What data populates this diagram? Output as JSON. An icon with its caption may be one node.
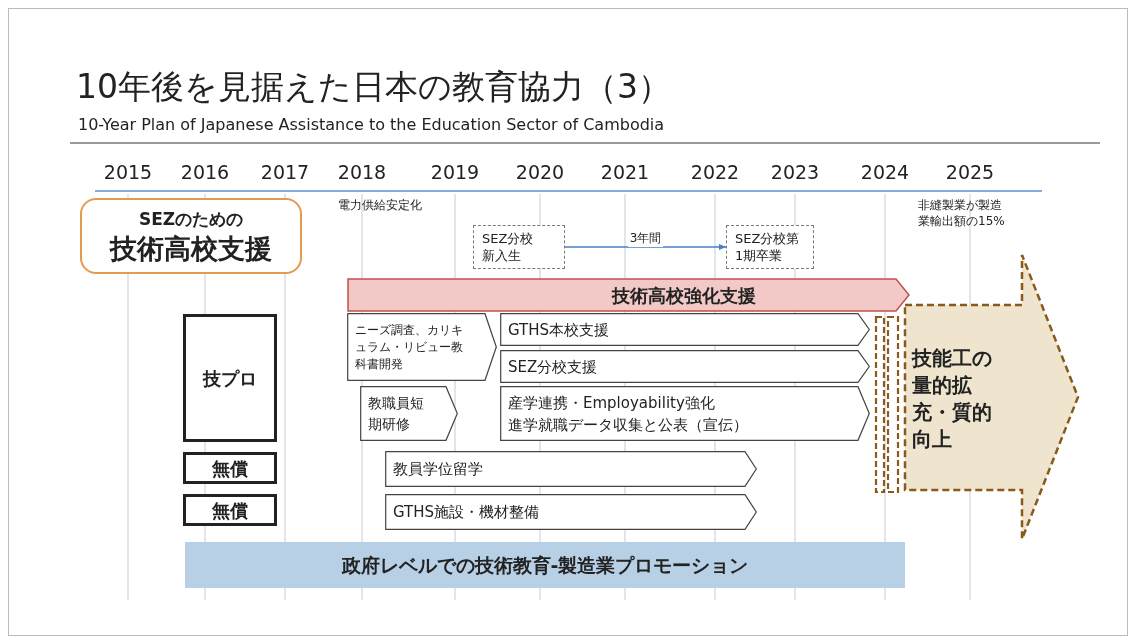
{
  "diagram": {
    "title": "10年後を見据えた日本の教育協力（3）",
    "nodes": [
      {
        "text": [
          "SEZのための",
          "技術高校支援"
        ]
      },
      {
        "text": [
          "SEZ分校新入生"
        ]
      },
      {
        "text": [
          "SEZ分校第1期卒業"
        ]
      },
      {
        "text": [
          "技術高校強化支援"
        ]
      },
      {
        "text": [
          "技プロ"
        ]
      },
      {
        "text": [
          "無償"
        ]
      },
      {
        "text": [
          "無償"
        ]
      },
      {
        "text": [
          "ニーズ調査、カリキュラム・リビュー教科書開発"
        ]
      },
      {
        "text": [
          "GTHS本校支援"
        ]
      },
      {
        "text": [
          "SEZ分校支援"
        ]
      },
      {
        "text": [
          "教職員短期研修"
        ]
      },
      {
        "text": [
          "産学連携・Employability強化",
          "進学就職データ収集と公表（宣伝）"
        ]
      },
      {
        "text": [
          "教員学位留学"
        ]
      },
      {
        "text": [
          "GTHS施設・機材整備"
        ]
      },
      {
        "text": [
          "政府レベルでの技術教育-製造業プロモーション"
        ]
      },
      {
        "text": [
          "技能工の量的拡充・質的向上"
        ]
      }
    ],
    "edges": [
      {
        "from": 1,
        "to": 2,
        "arrow": "to",
        "label": "3年間"
      }
    ],
    "labels": [
      "10-Year Plan of Japanese Assistance to the Education Sector of Cambodia",
      "2015",
      "2016",
      "2017",
      "2018",
      "2019",
      "2020",
      "2021",
      "2022",
      "2023",
      "2024",
      "2025",
      "電力供給安定化",
      "非縫製業が製造業輸出額の15%"
    ]
  }
}
